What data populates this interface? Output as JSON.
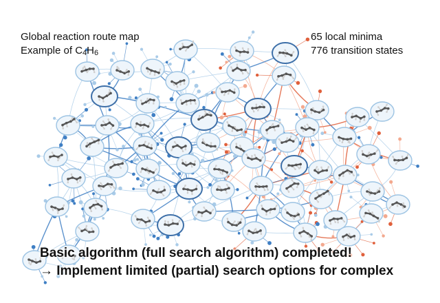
{
  "title": {
    "line1": "Global reaction route map",
    "line2_prefix": "Example of C",
    "line2_sub1": "4",
    "line2_mid": "H",
    "line2_sub2": "6"
  },
  "stats": {
    "minima": "65 local minima",
    "transition_states": "776 transition states"
  },
  "banner": {
    "line1": "Basic algorithm (full search algorithm) completed!",
    "line2": "→ Implement limited (partial) search options for complex"
  },
  "colors": {
    "edge_blue": "#3f7fc4",
    "edge_light_blue": "#a9cbe8",
    "edge_red": "#e0603c",
    "edge_light_red": "#f3a98f",
    "node_fill": "#eef5fb",
    "node_stroke": "#9cc3e3",
    "node_stroke_bold": "#3d6fa8",
    "atom_carbon": "#555555",
    "atom_hydrogen": "#cfcfcf"
  },
  "legend_node": {
    "molecule_icon": "butadiene-molecule-icon"
  }
}
